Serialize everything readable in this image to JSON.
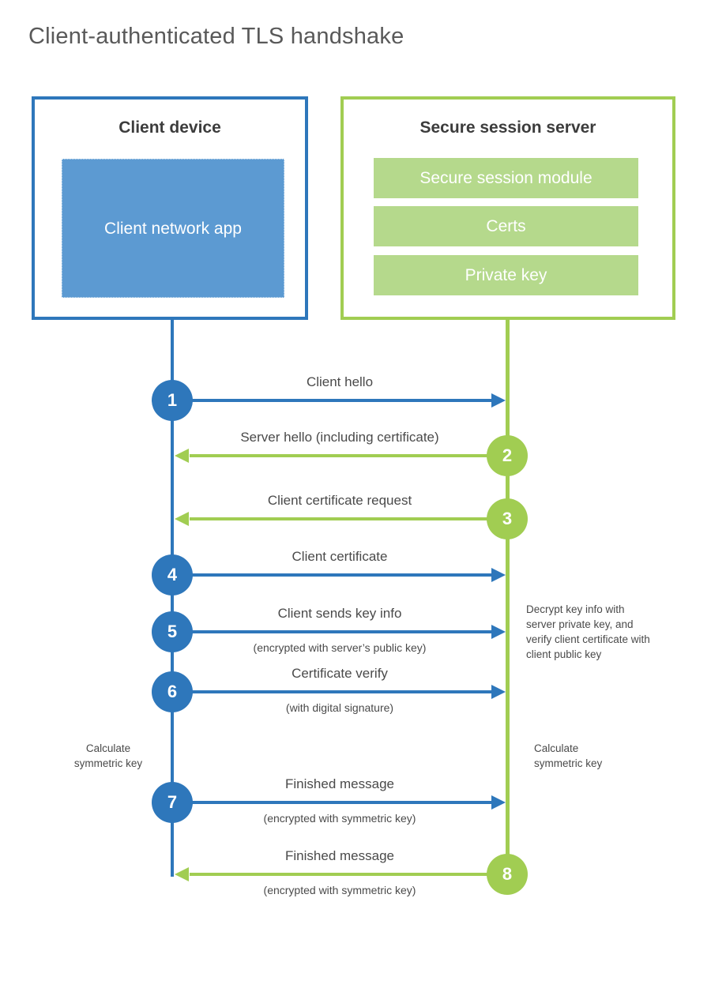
{
  "title": "Client-authenticated TLS handshake",
  "client": {
    "title": "Client device",
    "app_label": "Client network app"
  },
  "server": {
    "title": "Secure session server",
    "modules": [
      "Secure session module",
      "Certs",
      "Private key"
    ]
  },
  "steps": [
    {
      "num": "1",
      "from": "client",
      "to": "server",
      "color": "blue",
      "label": "Client hello",
      "sublabel": ""
    },
    {
      "num": "2",
      "from": "server",
      "to": "client",
      "color": "green",
      "label": "Server hello (including certificate)",
      "sublabel": ""
    },
    {
      "num": "3",
      "from": "server",
      "to": "client",
      "color": "green",
      "label": "Client certificate request",
      "sublabel": ""
    },
    {
      "num": "4",
      "from": "client",
      "to": "server",
      "color": "blue",
      "label": "Client certificate",
      "sublabel": ""
    },
    {
      "num": "5",
      "from": "client",
      "to": "server",
      "color": "blue",
      "label": "Client sends key info",
      "sublabel": "(encrypted with server’s public key)"
    },
    {
      "num": "6",
      "from": "client",
      "to": "server",
      "color": "blue",
      "label": "Certificate verify",
      "sublabel": "(with digital signature)"
    },
    {
      "num": "7",
      "from": "client",
      "to": "server",
      "color": "blue",
      "label": "Finished message",
      "sublabel": "(encrypted with symmetric key)"
    },
    {
      "num": "8",
      "from": "server",
      "to": "client",
      "color": "green",
      "label": "Finished message",
      "sublabel": "(encrypted with symmetric key)"
    }
  ],
  "notes": {
    "decrypt": "Decrypt key info with server private key, and verify client certificate with client public key",
    "calculate_left": "Calculate symmetric key",
    "calculate_right": "Calculate symmetric key"
  },
  "colors": {
    "blue": "#2e77bb",
    "blue_fill": "#5c9ad2",
    "green": "#a1cd52",
    "green_fill": "#b5d98c",
    "heading_text": "#3c3c3c",
    "label_text": "#4a4a4a",
    "title_text": "#595959"
  }
}
